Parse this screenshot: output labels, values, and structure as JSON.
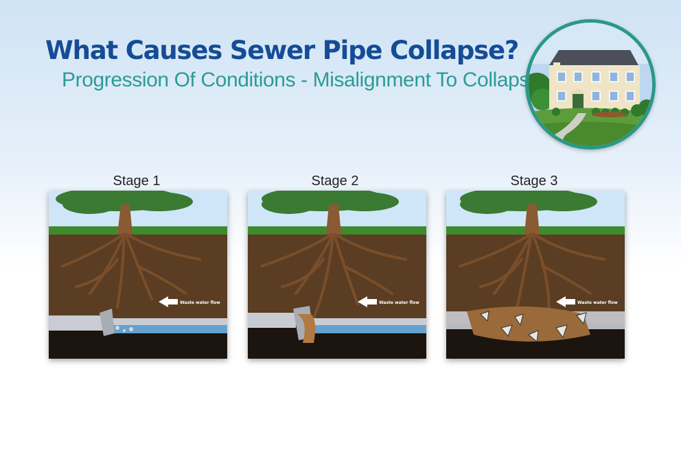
{
  "header": {
    "title": "What Causes Sewer Pipe Collapse?",
    "subtitle": "Progression Of Conditions - Misalignment To Collapse"
  },
  "stages": [
    {
      "label": "Stage 1",
      "flow_label": "Waste water flow"
    },
    {
      "label": "Stage 2",
      "flow_label": "Waste water flow"
    },
    {
      "label": "Stage 3",
      "flow_label": "Waste water flow"
    }
  ],
  "colors": {
    "title": "#154c95",
    "subtitle": "#2c9b95",
    "badge_border": "#2a9888",
    "soil": "#5a3d22",
    "water": "#3a8fd0"
  }
}
